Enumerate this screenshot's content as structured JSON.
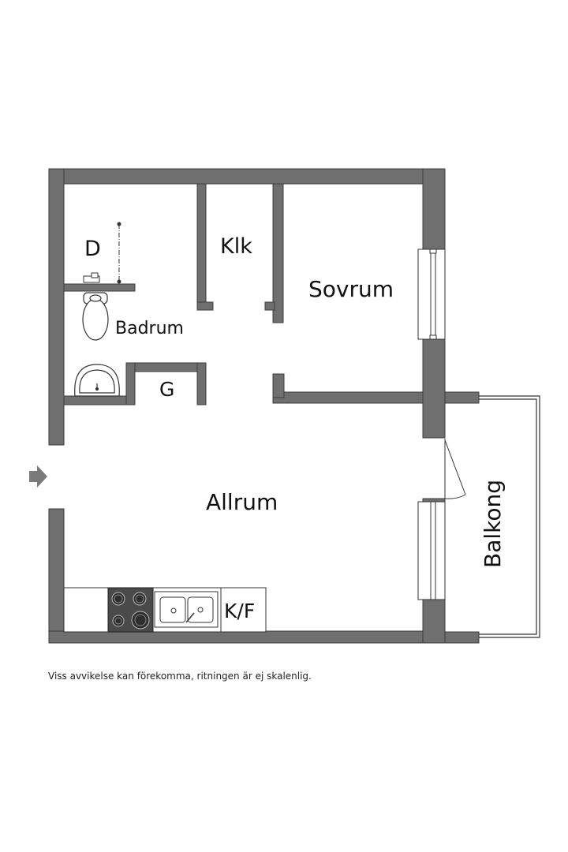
{
  "rooms": {
    "d": "D",
    "klk": "Klk",
    "sovrum": "Sovrum",
    "badrum": "Badrum",
    "g": "G",
    "allrum": "Allrum",
    "balkong": "Balkong",
    "kf": "K/F"
  },
  "disclaimer": "Viss avvikelse kan förekomma, ritningen är ej skalenlig.",
  "colors": {
    "wall": "#6f6f6f",
    "wall_stroke": "#3c3c3c",
    "stove": "#4a4a4a"
  }
}
